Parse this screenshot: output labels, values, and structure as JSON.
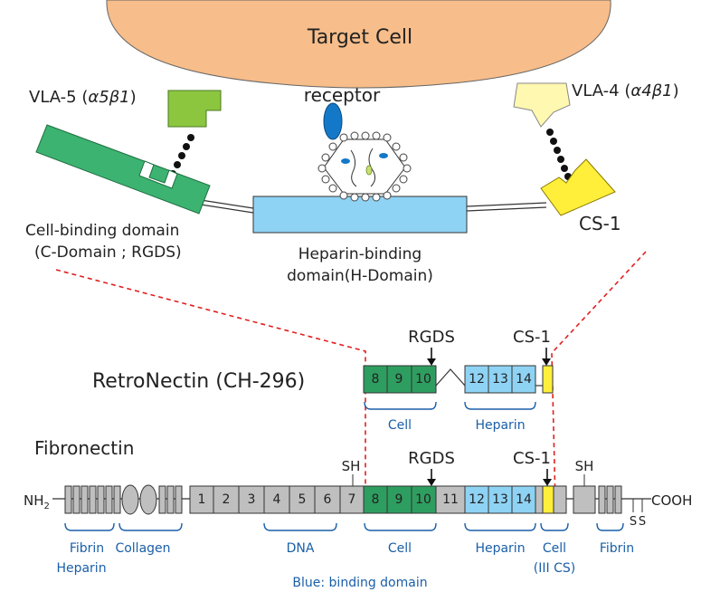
{
  "top": {
    "target_cell": "Target Cell",
    "receptor": "receptor",
    "vla5_text": "VLA-5 (",
    "vla5_greek": "α5β1",
    "vla4_text": "VLA-4 (",
    "vla4_greek": "α4β1",
    "close_paren": ")",
    "cell_binding_line1": "Cell-binding domain",
    "cell_binding_line2": "(C-Domain ; RGDS)",
    "heparin_binding_line1": "Heparin-binding",
    "heparin_binding_line2": "domain(H-Domain)",
    "cs1": "CS-1"
  },
  "retronectin": {
    "title": "RetroNectin (CH-296)",
    "rgds": "RGDS",
    "cs1": "CS-1",
    "cell_modules": [
      "8",
      "9",
      "10"
    ],
    "heparin_modules": [
      "12",
      "13",
      "14"
    ],
    "brace_cell": "Cell",
    "brace_heparin": "Heparin"
  },
  "fibronectin": {
    "title": "Fibronectin",
    "nh2": "NH",
    "nh2_sub": "2",
    "cooh": "COOH",
    "sh": "SH",
    "ss": "S",
    "rgds": "RGDS",
    "cs1": "CS-1",
    "type3_modules": [
      "1",
      "2",
      "3",
      "4",
      "5",
      "6",
      "7"
    ],
    "cell_modules": [
      "8",
      "9",
      "10"
    ],
    "module_11": "11",
    "heparin_modules": [
      "12",
      "13",
      "14"
    ],
    "brace_fibrin_heparin_1": "Fibrin",
    "brace_fibrin_heparin_2": "Heparin",
    "brace_collagen": "Collagen",
    "brace_dna": "DNA",
    "brace_cell": "Cell",
    "brace_heparin": "Heparin",
    "brace_cell_iiics_1": "Cell",
    "brace_cell_iiics_2": "(III CS)",
    "brace_fibrin": "Fibrin",
    "legend": "Blue: binding domain"
  },
  "colors": {
    "cell_orange": "#f7bd8a",
    "cell_green": "#3cb371",
    "cell_module_green": "#2e9e60",
    "vla5_green": "#8cc63f",
    "vla4_yellow": "#fff8b0",
    "cs1_yellow": "#ffef3a",
    "heparin_blue": "#8fd3f4",
    "receptor_blue": "#1478c8",
    "module_gray": "#bfbfbf",
    "label_blue": "#1a5fa8",
    "dash_red": "#e02020"
  }
}
